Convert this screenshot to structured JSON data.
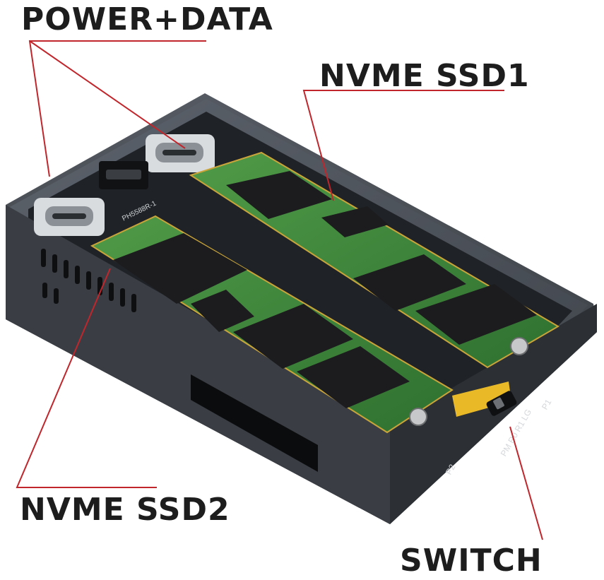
{
  "callouts": {
    "power_data": "POWER+DATA",
    "ssd1": "NVME SSD1",
    "ssd2": "NVME SSD2",
    "switch": "SWITCH"
  },
  "enclosure": {
    "switch_markings": "PM R0 R1 LG",
    "port_label_p1": "P1",
    "port_label_p2": "P2",
    "board_marking": "PH5588R-1"
  },
  "colors": {
    "callout_line": "#c0262b",
    "enclosure_body": "#4a4f57",
    "pcb_green": "#3f8a3c",
    "chip": "#1c1c1e"
  }
}
